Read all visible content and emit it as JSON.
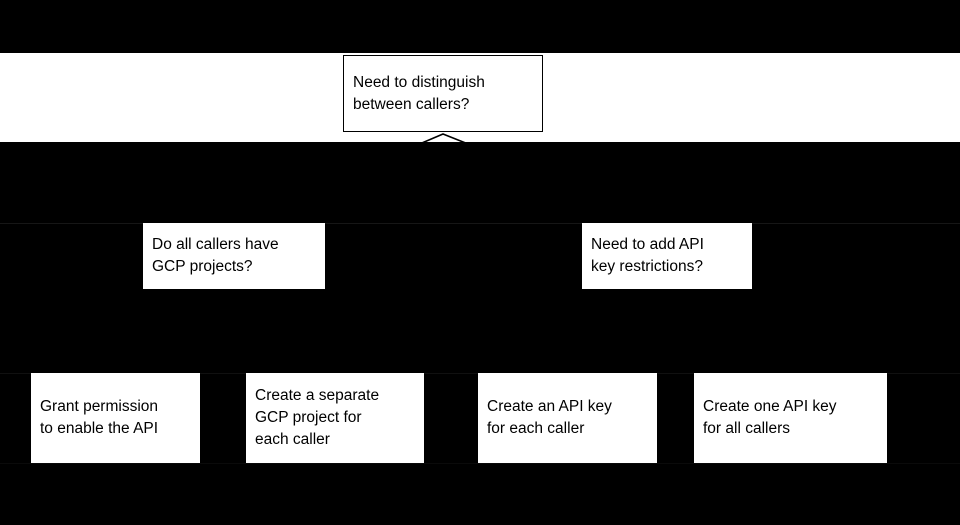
{
  "colors": {
    "background": "#000000",
    "band": "#ffffff",
    "node_fill": "#ffffff",
    "node_text": "#000000",
    "node_border": "#000000",
    "connector": "#000000",
    "seam": "#161616"
  },
  "flowchart": {
    "root": {
      "text": "Need to distinguish between callers?",
      "lines": [
        "Need to distinguish",
        "between callers?"
      ]
    },
    "level2": [
      {
        "text": "Do all callers have GCP projects?",
        "lines": [
          "Do all callers have",
          "GCP projects?"
        ]
      },
      {
        "text": "Need to add API key restrictions?",
        "lines": [
          "Need to add API",
          "key restrictions?"
        ]
      }
    ],
    "leaves": [
      {
        "text": "Grant permission to enable the API",
        "lines": [
          "Grant permission",
          "to enable the API"
        ]
      },
      {
        "text": "Create a separate GCP project for each caller",
        "lines": [
          "Create a separate",
          "GCP project for",
          "each caller"
        ]
      },
      {
        "text": "Create an API key for each caller",
        "lines": [
          "Create an API key",
          "for each caller"
        ]
      },
      {
        "text": "Create one API key for all callers",
        "lines": [
          "Create one API key",
          "for all callers"
        ]
      }
    ]
  }
}
